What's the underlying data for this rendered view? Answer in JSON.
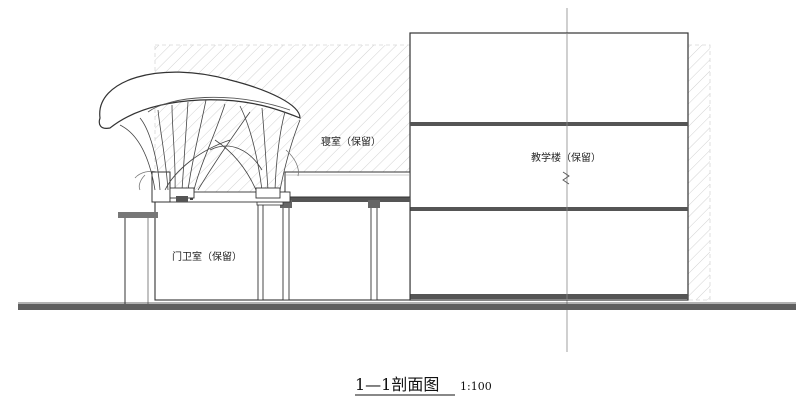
{
  "rooms": {
    "dormitory": "寝室（保留）",
    "teaching_building": "教学楼（保留）",
    "guard_room": "门卫室（保留）"
  },
  "title": {
    "main": "1—1剖面图",
    "scale": "1:100"
  },
  "colors": {
    "line": "#333333",
    "hatch": "#cfcfcf",
    "slab": "#555555",
    "ground": "#666666"
  }
}
